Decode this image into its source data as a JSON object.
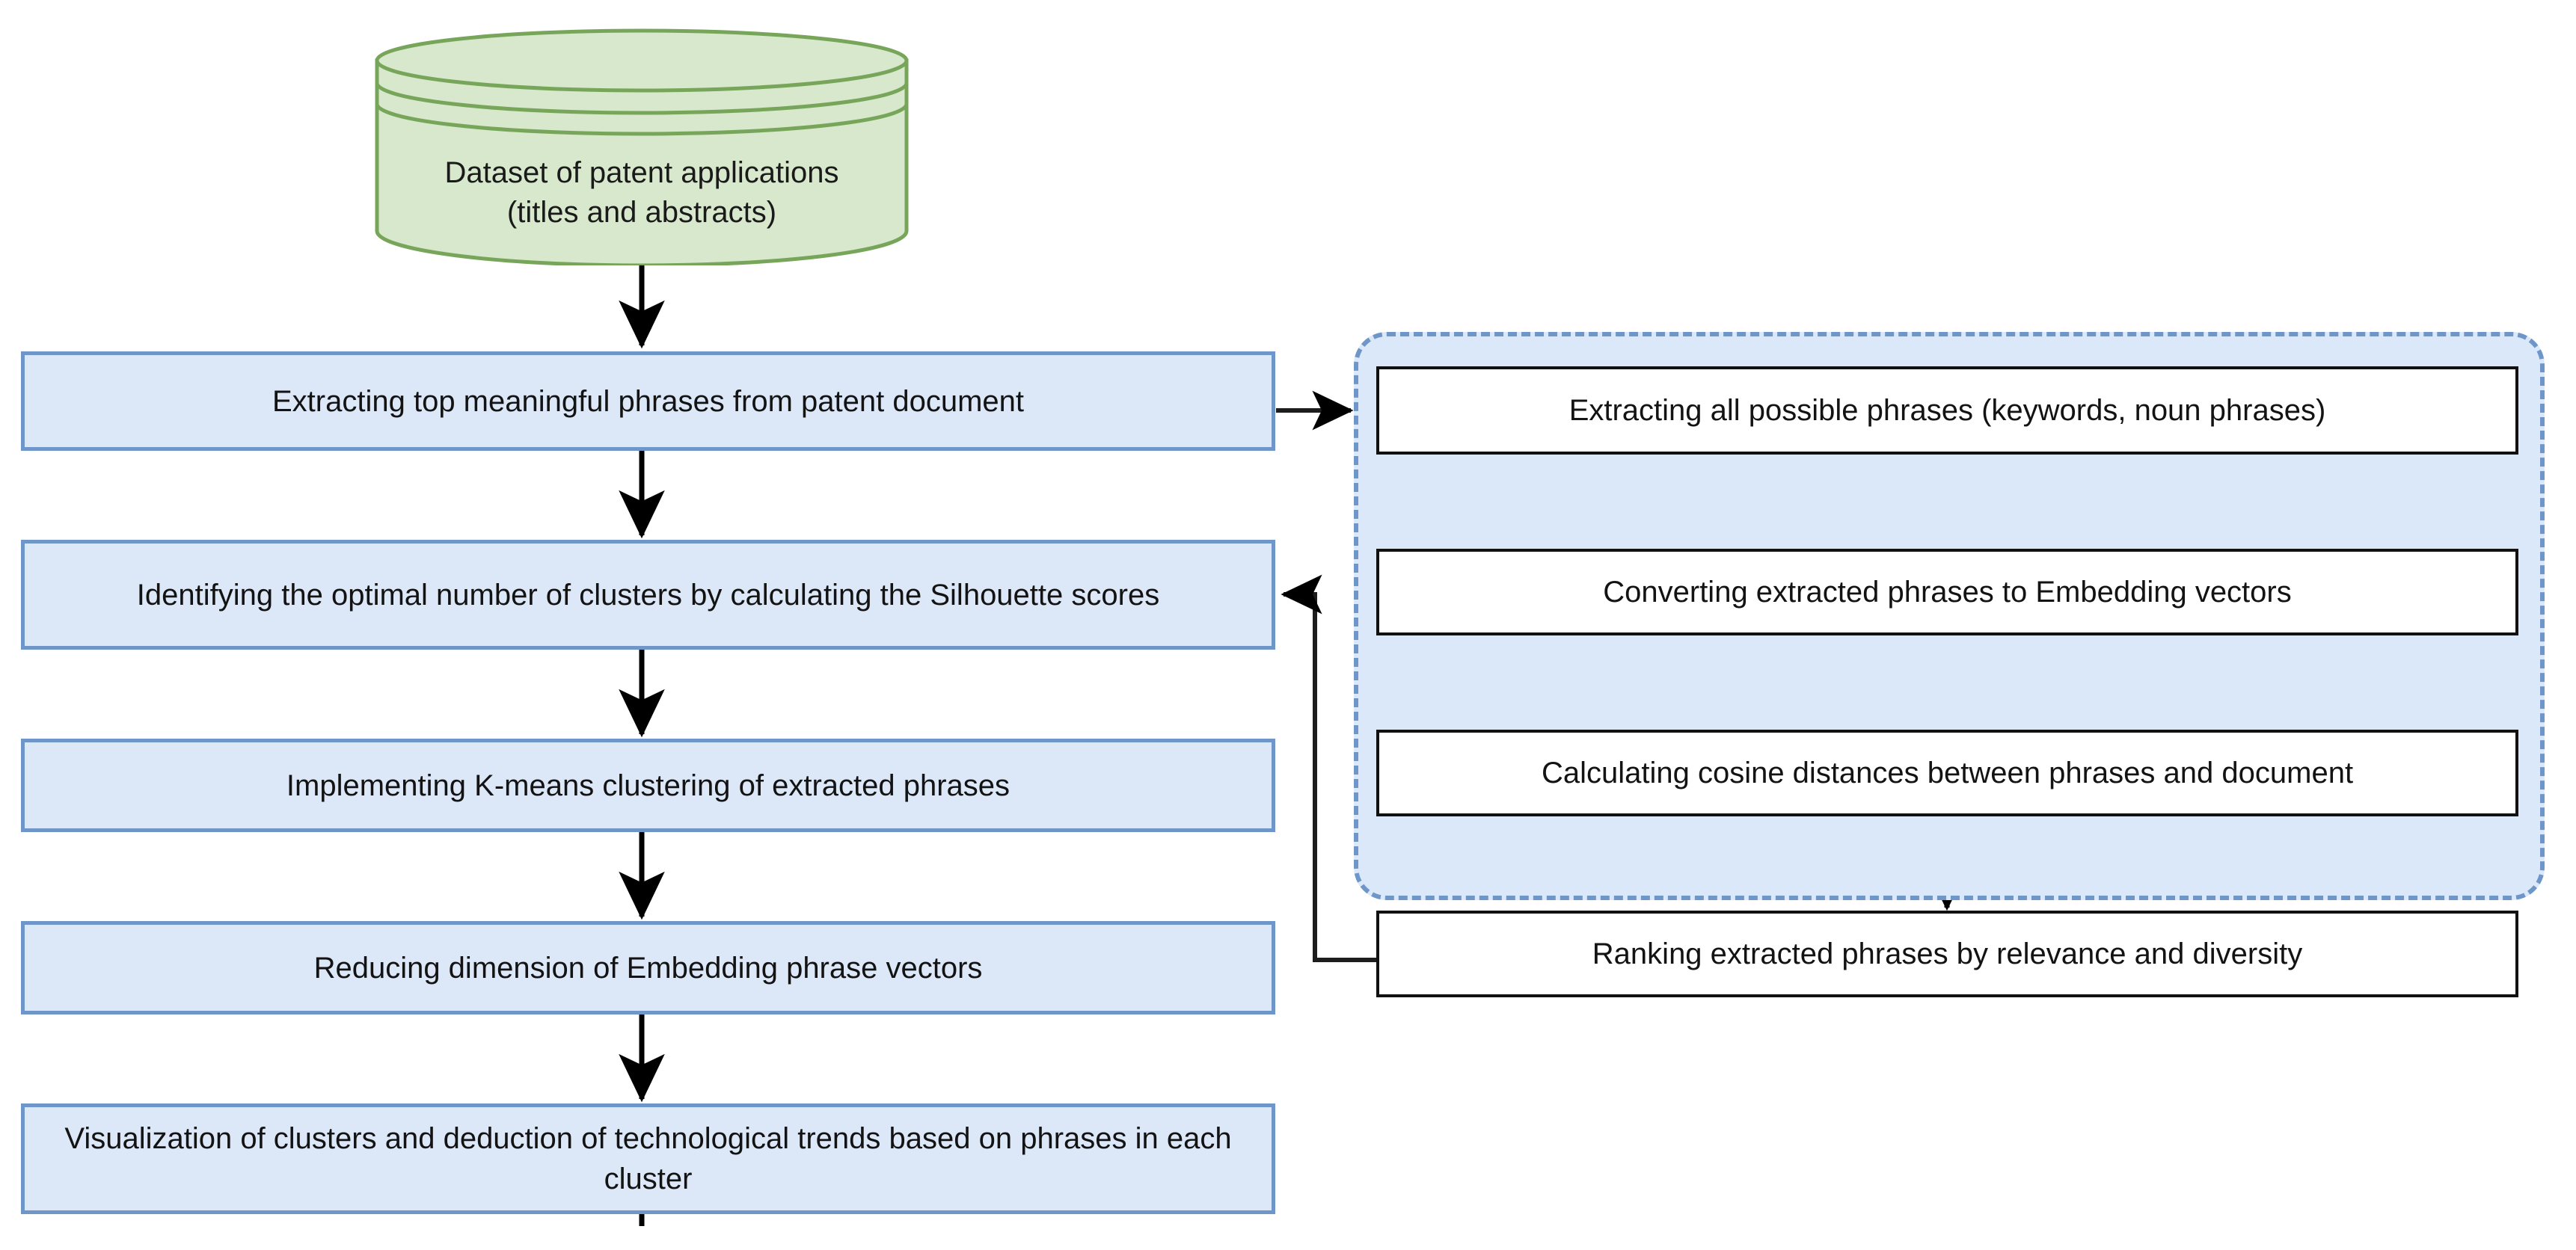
{
  "diagram": {
    "title": "Patent phrase extraction and clustering pipeline",
    "colors": {
      "process_fill": "#dce7f7",
      "process_border": "#6f96c9",
      "datastore_fill": "#d8e8cc",
      "datastore_border": "#77a65a",
      "subgroup_fill": "#dbe8f9",
      "subgroup_border": "#6f96c9",
      "subbox_fill": "#ffffff",
      "subbox_border": "#111111",
      "arrow": "#000000",
      "text": "#131313"
    },
    "datastore": {
      "name": "dataset-cylinder",
      "line1": "Dataset of patent applications",
      "line2": "(titles and abstracts)"
    },
    "main_steps": [
      {
        "id": "extract-phrases",
        "label": "Extracting top meaningful phrases from patent document"
      },
      {
        "id": "optimal-clusters",
        "label": "Identifying the optimal number of clusters by calculating the Silhouette scores"
      },
      {
        "id": "kmeans",
        "label": "Implementing K-means clustering of extracted phrases"
      },
      {
        "id": "reduce-dimension",
        "label": "Reducing dimension of Embedding phrase vectors"
      },
      {
        "id": "visualize",
        "label": "Visualization of clusters and deduction of technological trends based on phrases in each cluster"
      }
    ],
    "sub_steps": [
      {
        "id": "extract-all",
        "label": "Extracting all possible phrases (keywords, noun phrases)"
      },
      {
        "id": "embed-phrases",
        "label": "Converting extracted phrases to Embedding vectors"
      },
      {
        "id": "cosine-distance",
        "label": "Calculating cosine distances between phrases and document"
      },
      {
        "id": "rank-phrases",
        "label": "Ranking extracted phrases by relevance and diversity"
      }
    ],
    "connectors": [
      {
        "id": "datastore-to-extract",
        "from": "dataset-cylinder",
        "to": "extract-phrases",
        "kind": "vertical-arrow"
      },
      {
        "id": "extract-to-subgroup",
        "from": "extract-phrases",
        "to": "extract-all",
        "kind": "horizontal-arrow"
      },
      {
        "id": "extract-to-optimal",
        "from": "extract-phrases",
        "to": "optimal-clusters",
        "kind": "vertical-arrow"
      },
      {
        "id": "optimal-to-kmeans",
        "from": "optimal-clusters",
        "to": "kmeans",
        "kind": "vertical-arrow"
      },
      {
        "id": "kmeans-to-reduce",
        "from": "kmeans",
        "to": "reduce-dimension",
        "kind": "vertical-arrow"
      },
      {
        "id": "reduce-to-visualize",
        "from": "reduce-dimension",
        "to": "visualize",
        "kind": "vertical-arrow"
      },
      {
        "id": "visualize-continue",
        "from": "visualize",
        "to": "",
        "kind": "stub"
      },
      {
        "id": "extract-all-to-embed",
        "from": "extract-all",
        "to": "embed-phrases",
        "kind": "vertical-arrow"
      },
      {
        "id": "embed-to-cosine",
        "from": "embed-phrases",
        "to": "cosine-distance",
        "kind": "vertical-arrow"
      },
      {
        "id": "cosine-to-rank",
        "from": "cosine-distance",
        "to": "rank-phrases",
        "kind": "vertical-arrow"
      },
      {
        "id": "rank-to-optimal-feedback",
        "from": "rank-phrases",
        "to": "optimal-clusters",
        "kind": "elbow-arrow"
      }
    ]
  }
}
